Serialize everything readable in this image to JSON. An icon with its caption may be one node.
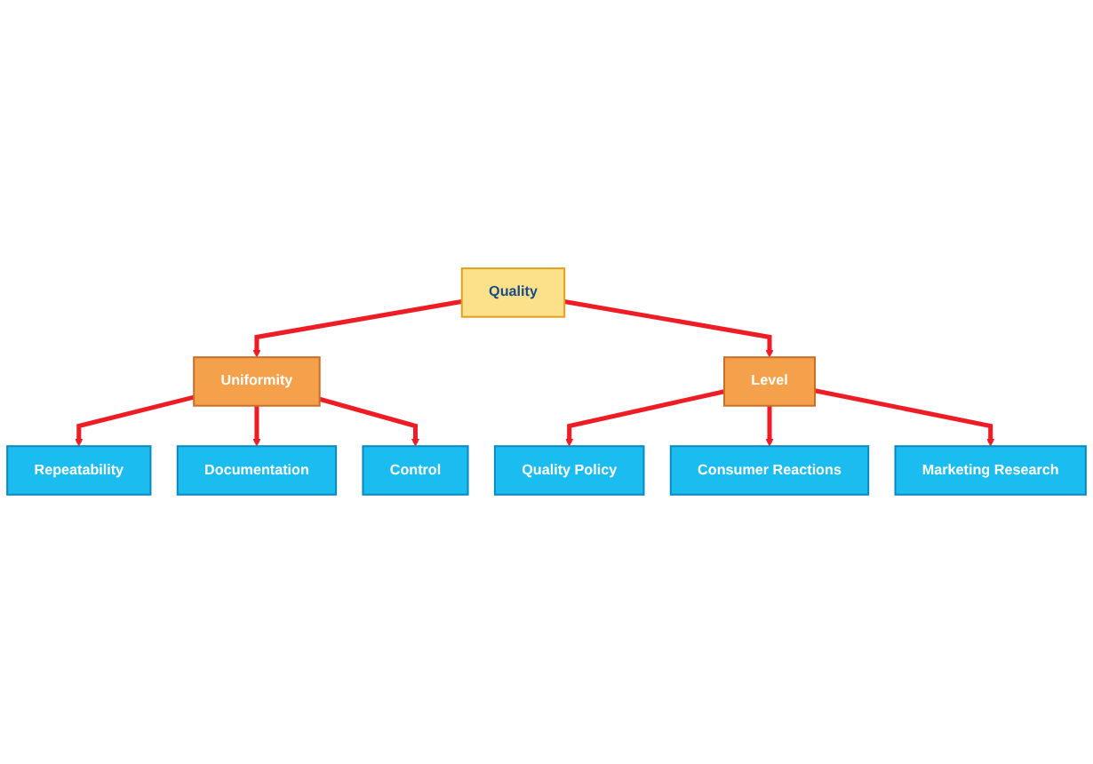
{
  "diagram": {
    "nodes": [
      {
        "text": [
          "Quality"
        ]
      },
      {
        "text": [
          "Uniformity"
        ]
      },
      {
        "text": [
          "Level"
        ]
      },
      {
        "text": [
          "Repeatability"
        ]
      },
      {
        "text": [
          "Documentation"
        ]
      },
      {
        "text": [
          "Control"
        ]
      },
      {
        "text": [
          "Quality Policy"
        ]
      },
      {
        "text": [
          "Consumer Reactions"
        ]
      },
      {
        "text": [
          "Marketing Research"
        ]
      }
    ],
    "edges": [
      {
        "from": 0,
        "to": 1,
        "arrow": "to"
      },
      {
        "from": 0,
        "to": 2,
        "arrow": "to"
      },
      {
        "from": 1,
        "to": 3,
        "arrow": "to"
      },
      {
        "from": 1,
        "to": 4,
        "arrow": "to"
      },
      {
        "from": 1,
        "to": 5,
        "arrow": "to"
      },
      {
        "from": 2,
        "to": 6,
        "arrow": "to"
      },
      {
        "from": 2,
        "to": 7,
        "arrow": "to"
      },
      {
        "from": 2,
        "to": 8,
        "arrow": "to"
      }
    ]
  }
}
